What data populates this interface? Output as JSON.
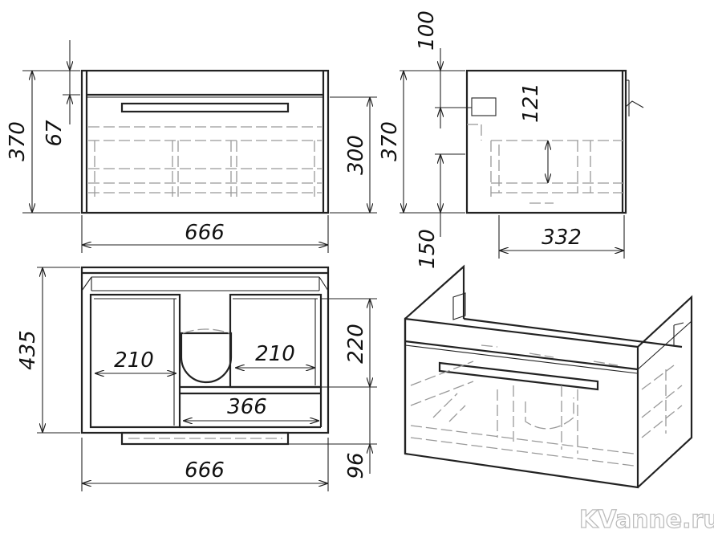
{
  "drawing_title": "",
  "watermark": "KVanne.ru",
  "colors": {
    "line": "#222222",
    "hidden": "#999999",
    "text": "#111111",
    "watermark_stroke": "#bdbdbd"
  },
  "front_view": {
    "height_total": "370",
    "height_top": "67",
    "height_inner": "300",
    "width": "666"
  },
  "side_view": {
    "offset_top": "100",
    "handle_height": "121",
    "height_total": "370",
    "offset_bottom": "150",
    "depth": "332"
  },
  "top_view": {
    "depth": "435",
    "left_width": "210",
    "right_width": "210",
    "middle_width": "366",
    "cutout_depth": "220",
    "bottom_offset": "96",
    "width": "666"
  }
}
